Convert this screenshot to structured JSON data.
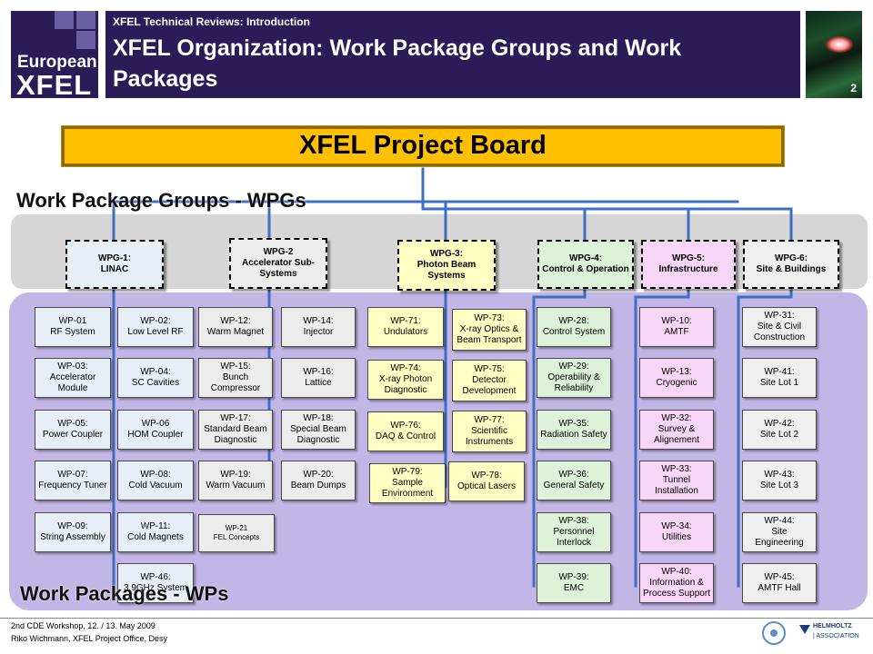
{
  "logo": {
    "line1": "European",
    "line2": "XFEL"
  },
  "header": {
    "subtitle": "XFEL Technical Reviews: Introduction",
    "title": "XFEL Organization: Work Package Groups and Work Packages",
    "page_number": "2"
  },
  "board": {
    "label": "XFEL Project Board"
  },
  "labels": {
    "wpgs": "Work Package Groups - WPGs",
    "wps": "Work Packages - WPs"
  },
  "wpgs": [
    {
      "label": "WPG-1:\nLINAC"
    },
    {
      "label": "WPG-2\nAccelerator Sub-\nSystems"
    },
    {
      "label": "WPG-3:\nPhoton Beam\nSystems"
    },
    {
      "label": "WPG-4:\nControl & Operation"
    },
    {
      "label": "WPG-5:\nInfrastructure"
    },
    {
      "label": "WPG-6:\nSite & Buildings"
    }
  ],
  "wps": [
    {
      "label": "WP-01\nRF System"
    },
    {
      "label": "WP-02:\nLow Level RF"
    },
    {
      "label": "WP-03:\nAccelerator\nModule"
    },
    {
      "label": "WP-04:\nSC Cavities"
    },
    {
      "label": "WP-05:\nPower Coupler"
    },
    {
      "label": "WP-06\nHOM Coupler"
    },
    {
      "label": "WP-07:\nFrequency Tuner"
    },
    {
      "label": "WP-08:\nCold Vacuum"
    },
    {
      "label": "WP-09:\nString Assembly"
    },
    {
      "label": "WP-11:\nCold Magnets"
    },
    {
      "label": "WP-46:\n3.9GHz System"
    },
    {
      "label": "WP-12:\nWarm Magnet"
    },
    {
      "label": "WP-14:\nInjector"
    },
    {
      "label": "WP-15:\nBunch\nCompressor"
    },
    {
      "label": "WP-16:\nLattice"
    },
    {
      "label": "WP-17:\nStandard Beam\nDiagnostic"
    },
    {
      "label": "WP-18:\nSpecial Beam\nDiagnostic"
    },
    {
      "label": "WP-19:\nWarm Vacuum"
    },
    {
      "label": "WP-20:\nBeam Dumps"
    },
    {
      "label": "WP-21\nFEL Concepts"
    },
    {
      "label": "WP-71:\nUndulators"
    },
    {
      "label": "WP-73:\nX-ray Optics &\nBeam Transport"
    },
    {
      "label": "WP-74:\nX-ray Photon\nDiagnostic"
    },
    {
      "label": "WP-75:\nDetector\nDevelopment"
    },
    {
      "label": "WP-76:\nDAQ & Control"
    },
    {
      "label": "WP-77:\nScientific\nInstruments"
    },
    {
      "label": "WP-79:\nSample\nEnvironment"
    },
    {
      "label": "WP-78:\nOptical Lasers"
    },
    {
      "label": "WP-28:\nControl System"
    },
    {
      "label": "WP-29:\nOperability &\nReliability"
    },
    {
      "label": "WP-35:\nRadiation Safety"
    },
    {
      "label": "WP-36:\nGeneral Safety"
    },
    {
      "label": "WP-38:\nPersonnel\nInterlock"
    },
    {
      "label": "WP-39:\nEMC"
    },
    {
      "label": "WP-10:\nAMTF"
    },
    {
      "label": "WP-13:\nCryogenic"
    },
    {
      "label": "WP-32:\nSurvey &\nAlignement"
    },
    {
      "label": "WP-33:\nTunnel\nInstallation"
    },
    {
      "label": "WP-34:\nUtilities"
    },
    {
      "label": "WP-40:\nInformation &\nProcess Support"
    },
    {
      "label": "WP-31:\nSite & Civil\nConstruction"
    },
    {
      "label": "WP-41:\nSite Lot 1"
    },
    {
      "label": "WP-42:\nSite Lot 2"
    },
    {
      "label": "WP-43:\nSite Lot 3"
    },
    {
      "label": "WP-44:\nSite\nEngineering"
    },
    {
      "label": "WP-45:\nAMTF Hall"
    }
  ],
  "footer": {
    "line1": "2nd CDE Workshop, 12. / 13. May 2009",
    "line2": "Riko Wichmann, XFEL Project Office, Desy"
  },
  "partner": {
    "name": "HELMHOLTZ",
    "sub": "| ASSOCIATION"
  },
  "colors": {
    "header_bg": "#2b1b57",
    "board": "#ffc000",
    "connector": "#3f6fbf",
    "wp_band": "#c2b6e6",
    "wpg_band": "#d6d6d6"
  }
}
